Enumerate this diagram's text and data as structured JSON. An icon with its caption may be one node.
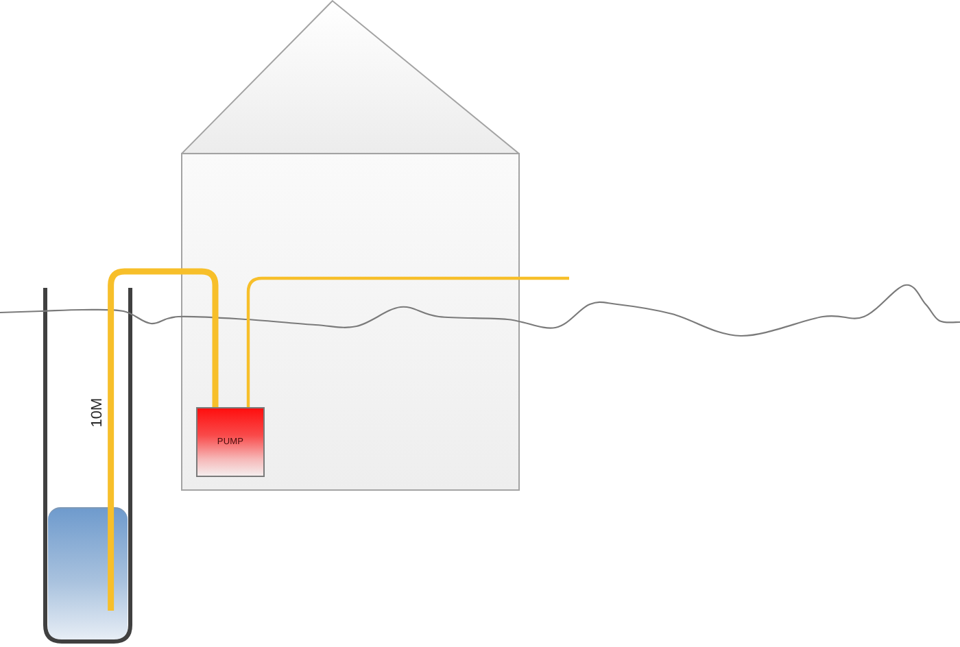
{
  "diagram": {
    "nodes": [
      {
        "text": [],
        "shape": "house"
      },
      {
        "text": [
          "PUMP"
        ],
        "in": 0
      },
      {
        "text": [],
        "shape": "box"
      }
    ],
    "edges": [
      {
        "from": 2,
        "to": 1,
        "arrow": "none",
        "style": "thick"
      },
      {
        "from": 1,
        "to": null,
        "arrow": "none"
      }
    ],
    "labels": [
      "10M"
    ]
  }
}
